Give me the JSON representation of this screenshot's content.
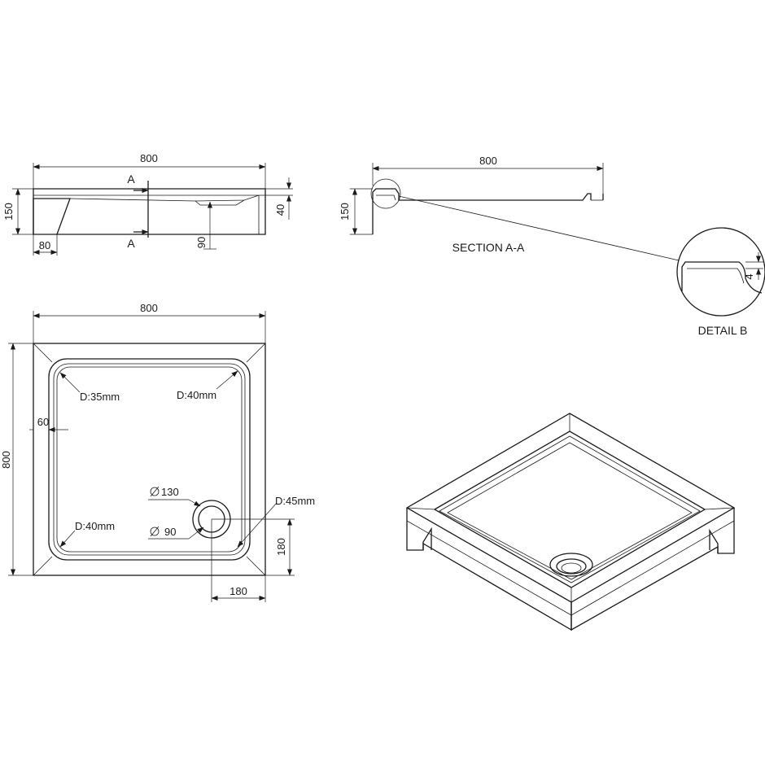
{
  "colors": {
    "line": "#1a1a1a",
    "background": "#ffffff"
  },
  "front_view": {
    "width_dim": "800",
    "height_dim": "150",
    "leg_dim": "80",
    "drain_depth_dim": "90",
    "rim_dim": "40",
    "section_marker_top": "A",
    "section_marker_bottom": "A"
  },
  "section_view": {
    "width_dim": "800",
    "height_dim": "150",
    "title": "SECTION A-A"
  },
  "detail": {
    "dim": "4",
    "title": "DETAIL B"
  },
  "plan_view": {
    "width_dim": "800",
    "height_dim": "800",
    "rim_dim": "60",
    "radius_top_left": "D:35mm",
    "radius_top_right": "D:40mm",
    "radius_bottom_left": "D:40mm",
    "radius_bottom_right": "D:45mm",
    "waste_outer": "130",
    "waste_inner": "90",
    "waste_offset_x": "180",
    "waste_offset_y": "180"
  }
}
